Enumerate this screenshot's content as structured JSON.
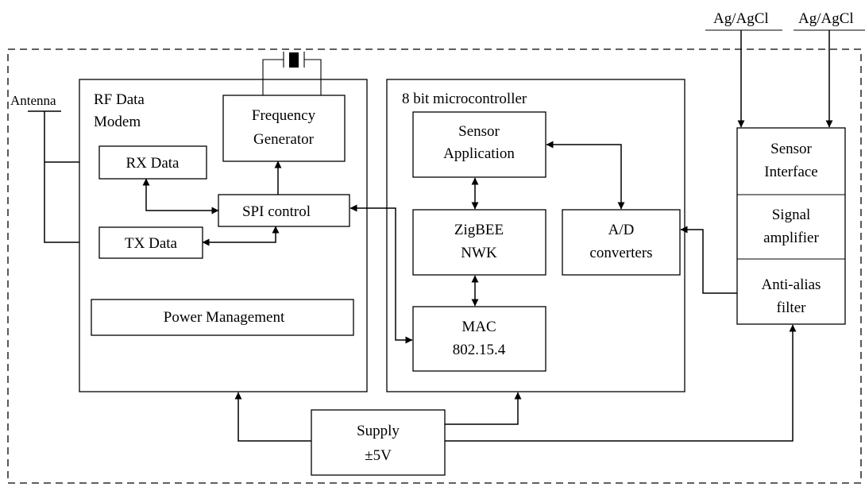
{
  "colors": {
    "line": "#000000",
    "background": "#ffffff"
  },
  "electrodes": {
    "left": "Ag/AgCl",
    "right": "Ag/AgCl"
  },
  "antenna": {
    "label": "Antenna"
  },
  "rf_modem": {
    "title_line1": "RF Data",
    "title_line2": "Modem",
    "freq_gen_line1": "Frequency",
    "freq_gen_line2": "Generator",
    "rx": "RX Data",
    "tx": "TX Data",
    "spi": "SPI control",
    "power": "Power Management",
    "crystal_icon": "crystal-oscillator-icon"
  },
  "mcu": {
    "title": "8 bit microcontroller",
    "sensor_app_line1": "Sensor",
    "sensor_app_line2": "Application",
    "zigbee_line1": "ZigBEE",
    "zigbee_line2": "NWK",
    "adc_line1": "A/D",
    "adc_line2": "converters",
    "mac_line1": "MAC",
    "mac_line2": "802.15.4"
  },
  "sensor_chain": {
    "interface_line1": "Sensor",
    "interface_line2": "Interface",
    "amp_line1": "Signal",
    "amp_line2": "amplifier",
    "filter_line1": "Anti-alias",
    "filter_line2": "filter"
  },
  "supply": {
    "line1": "Supply",
    "line2": "±5V"
  }
}
